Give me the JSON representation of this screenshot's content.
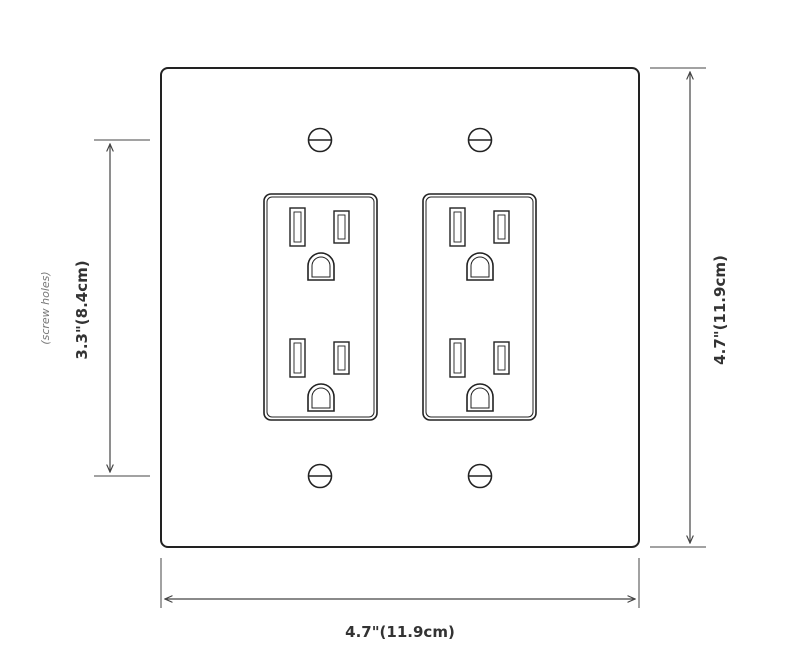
{
  "dimensions": {
    "width_label": "4.7\"(11.9cm)",
    "height_label": "4.7\"(11.9cm)",
    "screw_span_label": "3.3\"(8.4cm)",
    "screw_span_note": "(screw holes)"
  },
  "plate": {
    "gang_count": 2,
    "outlets_per_receptacle": 2,
    "screws_per_column": 2
  },
  "colors": {
    "line": "#222222",
    "dimension_line": "#444444",
    "text": "#333333",
    "note": "#777777",
    "fill": "#ffffff"
  }
}
